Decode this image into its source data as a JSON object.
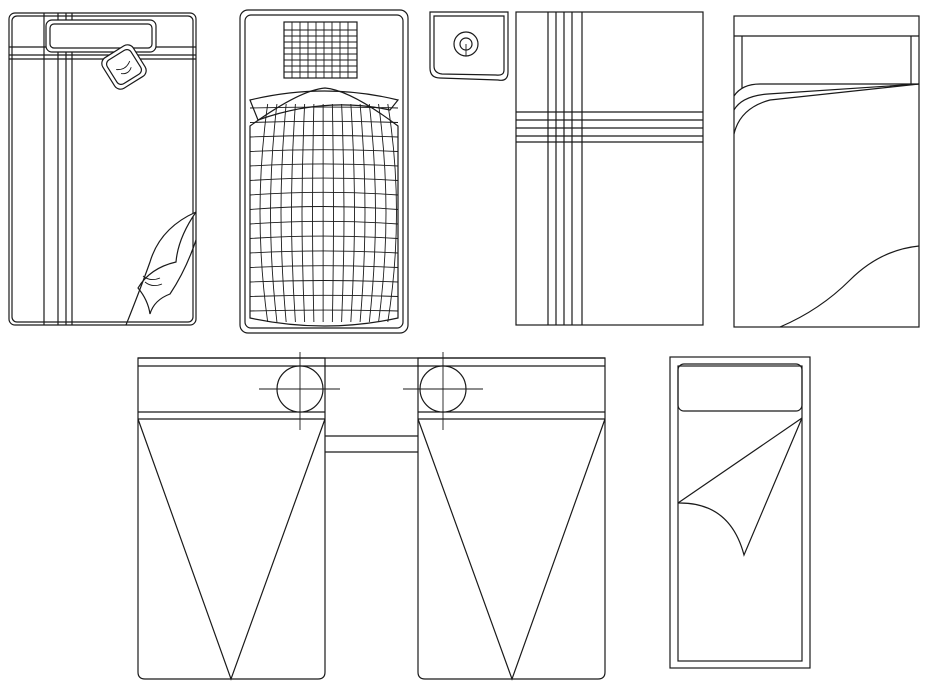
{
  "drawing": {
    "stroke_color": "#1a1a1a",
    "background": "#ffffff",
    "blocks": [
      {
        "name": "single-bed-striped-pillow"
      },
      {
        "name": "single-bed-checkered"
      },
      {
        "name": "nightstand-lamp"
      },
      {
        "name": "single-bed-plaid"
      },
      {
        "name": "single-bed-folded-sheet"
      },
      {
        "name": "twin-beds-nightstand"
      },
      {
        "name": "single-bed-corner-fold"
      }
    ]
  }
}
